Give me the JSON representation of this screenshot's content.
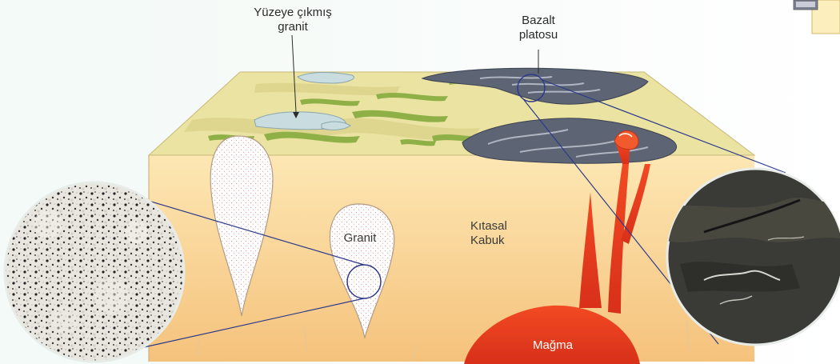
{
  "labels": {
    "exposed_granite_line1": "Yüzeye çıkmış",
    "exposed_granite_line2": "granit",
    "basalt_line1": "Bazalt",
    "basalt_line2": "platosu",
    "crust_line1": "Kıtasal",
    "crust_line2": "Kabuk",
    "granite": "Granit",
    "magma": "Mağma"
  },
  "colors": {
    "crust_top": "#fbe0a2",
    "crust_bottom": "#f6c47e",
    "surface": "#e9e3a0",
    "vegetation": "#8fb047",
    "basalt": "#5d6474",
    "magma": "#e23a1c",
    "leader_line": "#2d3a8a"
  }
}
